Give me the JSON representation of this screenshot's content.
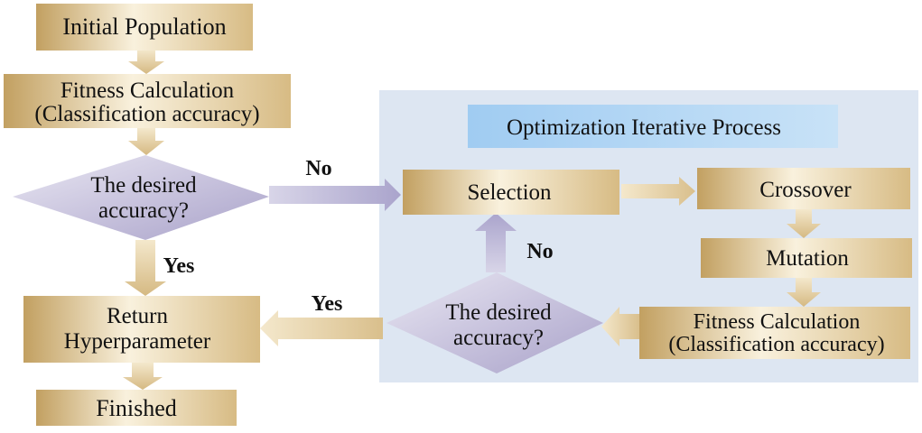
{
  "nodes": {
    "initial_population": "Initial Population",
    "fitness_main_line1": "Fitness Calculation",
    "fitness_main_line2": "(Classification accuracy)",
    "decision_main_line1": "The desired",
    "decision_main_line2": "accuracy?",
    "return_line1": "Return",
    "return_line2": "Hyperparameter",
    "finished": "Finished",
    "panel_title": "Optimization Iterative Process",
    "selection": "Selection",
    "crossover": "Crossover",
    "mutation": "Mutation",
    "fitness_loop_line1": "Fitness Calculation",
    "fitness_loop_line2": "(Classification accuracy)",
    "decision_loop_line1": "The desired",
    "decision_loop_line2": "accuracy?"
  },
  "edge_labels": {
    "no_main": "No",
    "yes_main": "Yes",
    "no_loop": "No",
    "yes_loop": "Yes"
  },
  "colors": {
    "box_gold_dark": "#c7a56a",
    "box_gold_light": "#f8f0dc",
    "arrow_gold": "#e3cfa4",
    "diamond_purple": "#b9b3d3",
    "diamond_light": "#ecebf4",
    "panel_bg": "#dde6f2",
    "panel_title_bg": "#a8d2f4",
    "arrow_purple": "#bdb8d8"
  }
}
